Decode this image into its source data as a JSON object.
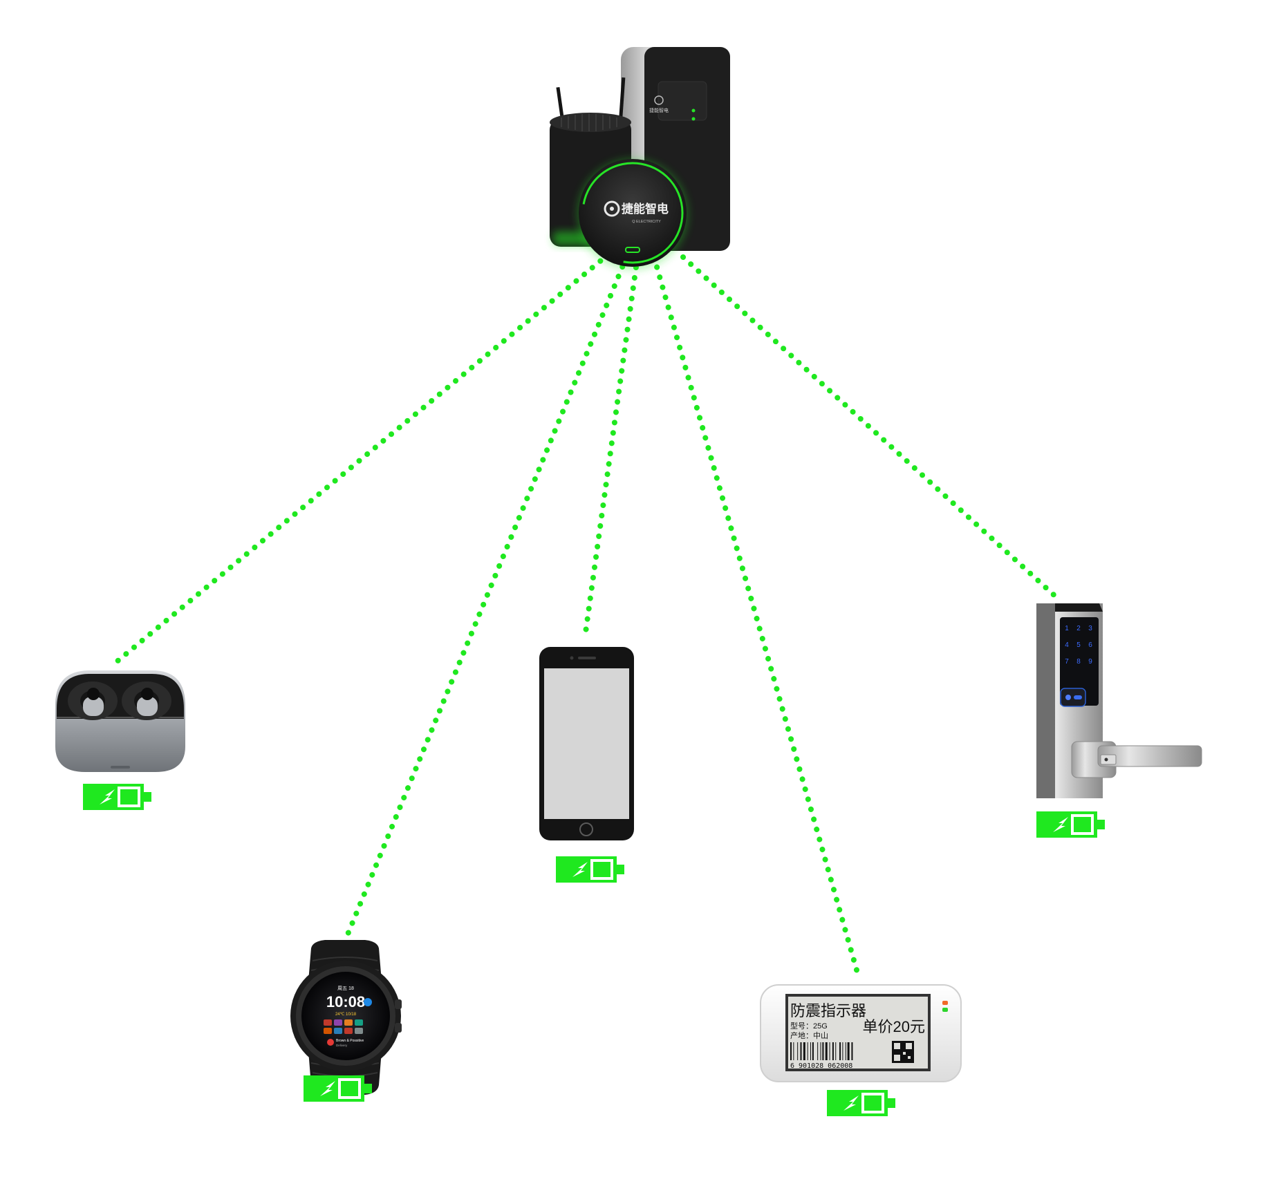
{
  "colors": {
    "link": "#1fe81f",
    "battery": "#1fe81f",
    "charger_body": "#1d1d1d",
    "ring_glow": "#27e427"
  },
  "charger": {
    "brand_cn": "捷能智电",
    "brand_en": "Q ELECTRICITY"
  },
  "devices": [
    {
      "id": "earbuds",
      "icon": "earbuds-case-icon",
      "battery_icon": "charging-battery-icon"
    },
    {
      "id": "watch",
      "icon": "smartwatch-icon",
      "battery_icon": "charging-battery-icon",
      "screen": {
        "date": "周五 18",
        "time": "10:08",
        "date2": "24℃ 10/18",
        "notice": "Brown & Possitive",
        "notice_sub": "Delivery"
      }
    },
    {
      "id": "phone",
      "icon": "smartphone-icon",
      "battery_icon": "charging-battery-icon"
    },
    {
      "id": "esl",
      "icon": "e-paper-price-tag-icon",
      "battery_icon": "charging-battery-icon",
      "tag": {
        "title": "防震指示器",
        "spec": "型号：25G",
        "origin": "产地：中山",
        "price": "单价20元",
        "barcode": "6 901028 062008"
      }
    },
    {
      "id": "lock",
      "icon": "smart-door-lock-icon",
      "battery_icon": "charging-battery-icon",
      "keypad": [
        "1",
        "2",
        "3",
        "4",
        "5",
        "6",
        "7",
        "8",
        "9"
      ]
    }
  ]
}
